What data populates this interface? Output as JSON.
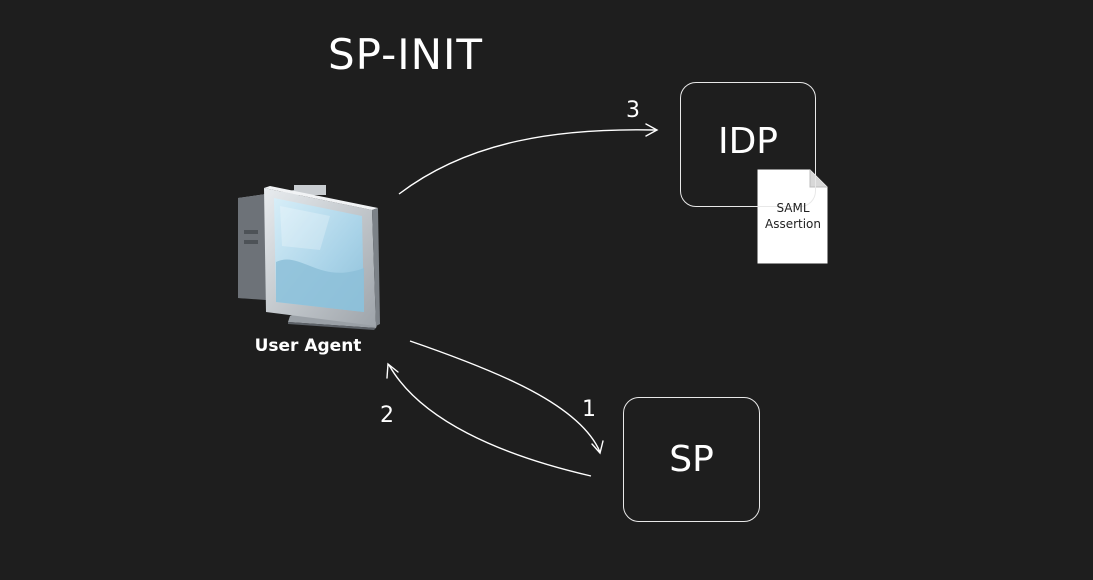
{
  "title": "SP-INIT",
  "nodes": {
    "idp": "IDP",
    "sp": "SP",
    "user_agent": "User Agent"
  },
  "document": {
    "line1": "SAML",
    "line2": "Assertion"
  },
  "steps": {
    "step1": "1",
    "step2": "2",
    "step3": "3"
  },
  "colors": {
    "background": "#1e1e1e",
    "stroke": "#ffffff",
    "document": "#ffffff",
    "monitor_screen": "#a9d3e8"
  },
  "icons": {
    "user_agent": "computer-monitor-icon",
    "document": "document-icon"
  }
}
